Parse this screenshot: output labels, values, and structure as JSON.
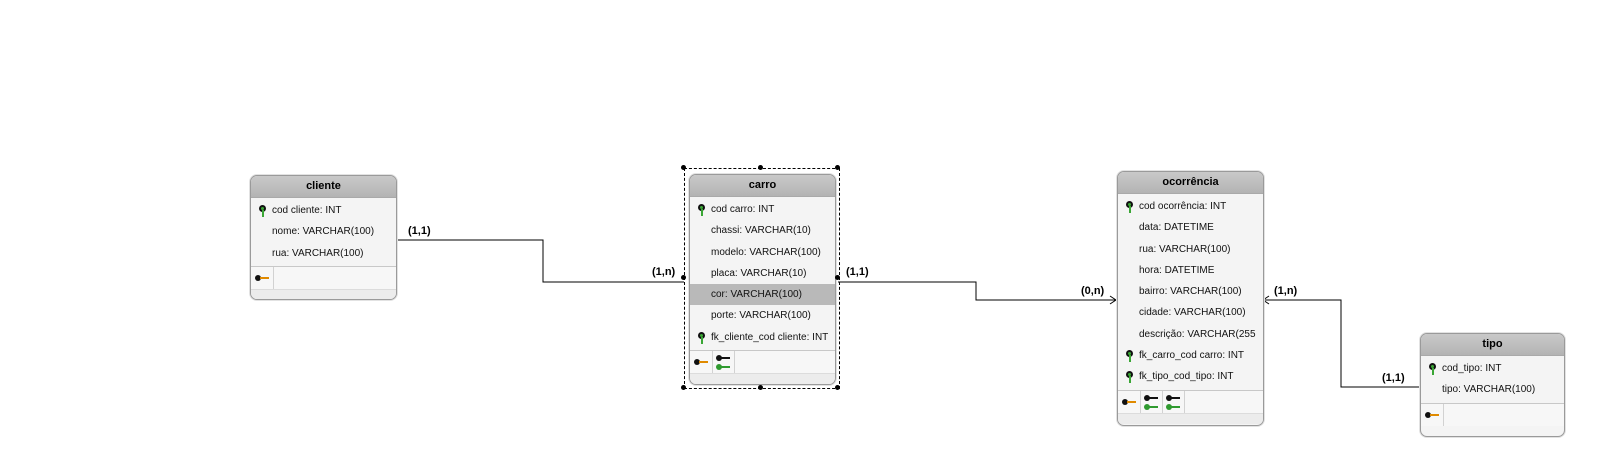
{
  "entities": {
    "cliente": {
      "title": "cliente",
      "attributes": [
        {
          "label": "cod cliente: INT",
          "key": "primary"
        },
        {
          "label": "nome: VARCHAR(100)",
          "key": "none"
        },
        {
          "label": "rua: VARCHAR(100)",
          "key": "none"
        }
      ]
    },
    "carro": {
      "title": "carro",
      "attributes": [
        {
          "label": "cod carro: INT",
          "key": "primary"
        },
        {
          "label": "chassi: VARCHAR(10)",
          "key": "none"
        },
        {
          "label": "modelo: VARCHAR(100)",
          "key": "none"
        },
        {
          "label": "placa: VARCHAR(10)",
          "key": "none"
        },
        {
          "label": "cor: VARCHAR(100)",
          "key": "none",
          "selected": true
        },
        {
          "label": "porte: VARCHAR(100)",
          "key": "none"
        },
        {
          "label": "fk_cliente_cod cliente: INT",
          "key": "foreign"
        }
      ]
    },
    "ocorrencia": {
      "title": "ocorrência",
      "attributes": [
        {
          "label": "cod ocorrência: INT",
          "key": "primary"
        },
        {
          "label": "data: DATETIME",
          "key": "none"
        },
        {
          "label": "rua: VARCHAR(100)",
          "key": "none"
        },
        {
          "label": "hora: DATETIME",
          "key": "none"
        },
        {
          "label": "bairro: VARCHAR(100)",
          "key": "none"
        },
        {
          "label": "cidade: VARCHAR(100)",
          "key": "none"
        },
        {
          "label": "descrição: VARCHAR(255",
          "key": "none"
        },
        {
          "label": "fk_carro_cod carro: INT",
          "key": "foreign"
        },
        {
          "label": "fk_tipo_cod_tipo: INT",
          "key": "foreign"
        }
      ]
    },
    "tipo": {
      "title": "tipo",
      "attributes": [
        {
          "label": "cod_tipo: INT",
          "key": "primary"
        },
        {
          "label": "tipo: VARCHAR(100)",
          "key": "none"
        }
      ]
    }
  },
  "relationships": [
    {
      "from": "cliente",
      "to": "carro",
      "from_cardinality": "(1,1)",
      "to_cardinality": "(1,n)"
    },
    {
      "from": "carro",
      "to": "ocorrencia",
      "from_cardinality": "(1,1)",
      "to_cardinality": "(0,n)"
    },
    {
      "from": "tipo",
      "to": "ocorrencia",
      "from_cardinality": "(1,1)",
      "to_cardinality": "(1,n)"
    }
  ],
  "colors": {
    "header": "#b9b9b9",
    "body": "#f4f4f4",
    "selected_row": "#b9b9b9",
    "primary_key": "#3aa635",
    "index_key": "#e08a00"
  }
}
